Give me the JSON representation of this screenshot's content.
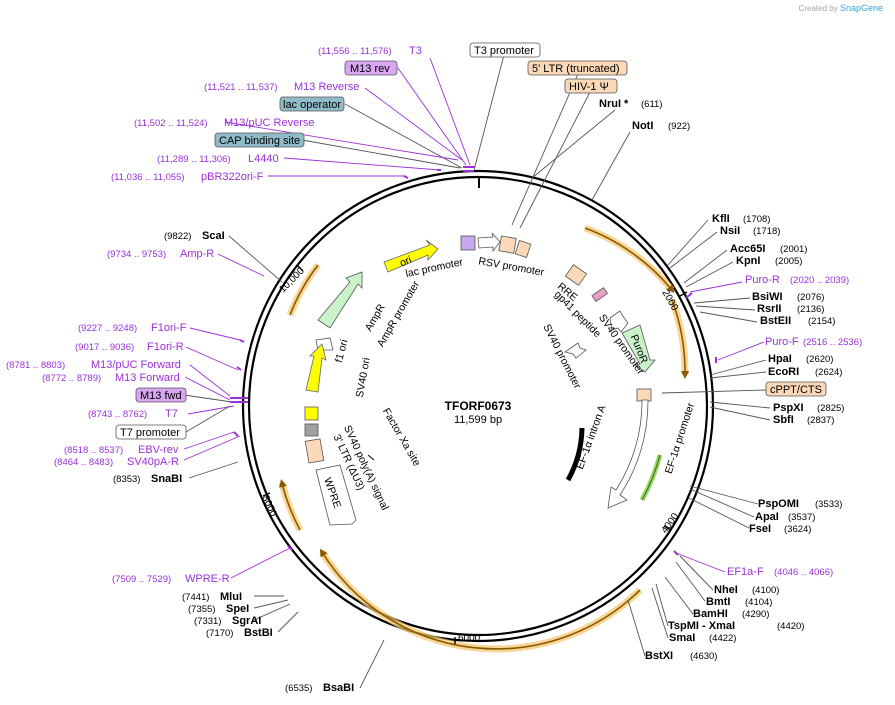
{
  "credit": {
    "prefix": "Created by",
    "brand": "SnapGene"
  },
  "plasmid": {
    "name": "TFORF0673",
    "length": "11,599 bp"
  },
  "ticks": [
    "2000",
    "4000",
    "6000",
    "8000",
    "10,000"
  ],
  "enzymes": [
    {
      "name": "NruI *",
      "pos": "(611)"
    },
    {
      "name": "NotI",
      "pos": "(922)"
    },
    {
      "name": "KflI",
      "pos": "(1708)"
    },
    {
      "name": "NsiI",
      "pos": "(1718)"
    },
    {
      "name": "Acc65I",
      "pos": "(2001)"
    },
    {
      "name": "KpnI",
      "pos": "(2005)"
    },
    {
      "name": "BsiWI",
      "pos": "(2076)"
    },
    {
      "name": "RsrII",
      "pos": "(2136)"
    },
    {
      "name": "BstEII",
      "pos": "(2154)"
    },
    {
      "name": "HpaI",
      "pos": "(2620)"
    },
    {
      "name": "EcoRI",
      "pos": "(2624)"
    },
    {
      "name": "PspXI",
      "pos": "(2825)"
    },
    {
      "name": "SbfI",
      "pos": "(2837)"
    },
    {
      "name": "PspOMI",
      "pos": "(3533)"
    },
    {
      "name": "ApaI",
      "pos": "(3537)"
    },
    {
      "name": "FseI",
      "pos": "(3624)"
    },
    {
      "name": "NheI",
      "pos": "(4100)"
    },
    {
      "name": "BmtI",
      "pos": "(4104)"
    },
    {
      "name": "BamHI",
      "pos": "(4290)"
    },
    {
      "name": "TspMI - XmaI",
      "pos": "(4420)"
    },
    {
      "name": "SmaI",
      "pos": "(4422)"
    },
    {
      "name": "BstXI",
      "pos": "(4630)"
    },
    {
      "name": "BsaBI",
      "pos": "(6535)"
    },
    {
      "name": "BstBI",
      "pos": "(7170)"
    },
    {
      "name": "SgrAI",
      "pos": "(7331)"
    },
    {
      "name": "SpeI",
      "pos": "(7355)"
    },
    {
      "name": "MluI",
      "pos": "(7441)"
    },
    {
      "name": "SnaBI",
      "pos": "(8353)"
    },
    {
      "name": "ScaI",
      "pos": "(9822)"
    }
  ],
  "primers": [
    {
      "name": "T3",
      "range": "(11,556 .. 11,576)"
    },
    {
      "name": "M13 Reverse",
      "range": "(11,521 .. 11,537)"
    },
    {
      "name": "M13/pUC Reverse",
      "range": "(11,502 .. 11,524)"
    },
    {
      "name": "L4440",
      "range": "(11,289 .. 11,306)"
    },
    {
      "name": "pBR322ori-F",
      "range": "(11,036 .. 11,055)"
    },
    {
      "name": "Amp-R",
      "range": "(9734 .. 9753)"
    },
    {
      "name": "F1ori-F",
      "range": "(9227 .. 9248)"
    },
    {
      "name": "F1ori-R",
      "range": "(9017 .. 9036)"
    },
    {
      "name": "M13/pUC Forward",
      "range": "(8781 .. 8803)"
    },
    {
      "name": "M13 Forward",
      "range": "(8772 .. 8789)"
    },
    {
      "name": "T7",
      "range": "(8743 .. 8762)"
    },
    {
      "name": "EBV-rev",
      "range": "(8518 .. 8537)"
    },
    {
      "name": "SV40pA-R",
      "range": "(8464 .. 8483)"
    },
    {
      "name": "WPRE-R",
      "range": "(7509 .. 7529)"
    },
    {
      "name": "Puro-R",
      "range": "(2020 .. 2039)"
    },
    {
      "name": "Puro-F",
      "range": "(2516 .. 2536)"
    },
    {
      "name": "EF1a-F",
      "range": "(4046 .. 4066)"
    }
  ],
  "boxes": [
    {
      "text": "M13 rev",
      "fill": "#d9a6f2"
    },
    {
      "text": "lac operator",
      "fill": "#8fbcc8"
    },
    {
      "text": "CAP binding site",
      "fill": "#8fbcc8"
    },
    {
      "text": "T3 promoter",
      "fill": "#ffffff"
    },
    {
      "text": "5' LTR (truncated)",
      "fill": "#fbd8b8"
    },
    {
      "text": "HIV-1 Ψ",
      "fill": "#fbd8b8"
    },
    {
      "text": "cPPT/CTS",
      "fill": "#fbd8b8"
    },
    {
      "text": "M13 fwd",
      "fill": "#d9a6f2"
    },
    {
      "text": "T7 promoter",
      "fill": "#ffffff"
    }
  ],
  "features": {
    "ori": "ori",
    "lac_promoter": "lac promoter",
    "rsv_promoter": "RSV promoter",
    "rre": "RRE",
    "gp41": "gp41 peptide",
    "sv40_promoter_a": "SV40 promoter",
    "puror": "PuroR",
    "sv40_promoter_b": "SV40 promoter",
    "ef1a_intron": "EF-1α intron A",
    "ef1a_promoter": "EF-1α promoter",
    "ampr": "AmpR",
    "ampr_promoter": "AmpR promoter",
    "f1_ori": "f1 ori",
    "sv40_ori": "SV40 ori",
    "sv40_polya": "SV40 poly(A) signal",
    "ltr3": "3' LTR (ΔU3)",
    "factor_xa": "Factor Xa site",
    "wpre": "WPRE"
  },
  "colors": {
    "enzyme_line": "#555555",
    "primer": "#9b30d8",
    "orf_arrow": "#8b5a00",
    "orf_glow": "#f5c56a"
  }
}
